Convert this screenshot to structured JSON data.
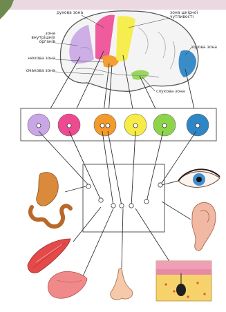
{
  "diagram": {
    "labels": {
      "motor_zone": "рухова зона",
      "skin_sense_zone": "зона шкірної чутливості",
      "internal_organs_zone": "зона внутрішніх органів",
      "smell_zone": "нюхова зона",
      "taste_zone": "смакова зона",
      "visual_zone": "зорова зона",
      "hearing_zone": "слухова зона"
    },
    "zone_colors": {
      "internal": "#c9a6e6",
      "motor": "#ee4a92",
      "smell": "#f39a2b",
      "skin": "#f6ec45",
      "hearing": "#8ed44a",
      "visual": "#2f86c6"
    },
    "receptors": [
      "stomach-intestine",
      "eye",
      "ear",
      "muscle",
      "tongue",
      "nose",
      "skin"
    ]
  }
}
